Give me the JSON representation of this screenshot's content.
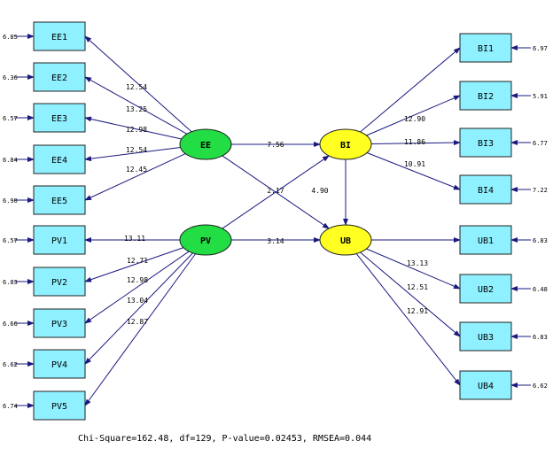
{
  "latents": [
    {
      "id": "EE",
      "label": "EE",
      "color": "#22dd44"
    },
    {
      "id": "PV",
      "label": "PV",
      "color": "#22dd44"
    },
    {
      "id": "BI",
      "label": "BI",
      "color": "#ffff22"
    },
    {
      "id": "UB",
      "label": "UB",
      "color": "#ffff22"
    }
  ],
  "indicators": [
    {
      "id": "EE1",
      "label": "EE1",
      "error": "6.85",
      "latent": "EE",
      "loading": "12.54"
    },
    {
      "id": "EE2",
      "label": "EE2",
      "error": "6.36",
      "latent": "EE",
      "loading": "13.25"
    },
    {
      "id": "EE3",
      "label": "EE3",
      "error": "6.57",
      "latent": "EE",
      "loading": "12.98"
    },
    {
      "id": "EE4",
      "label": "EE4",
      "error": "6.84",
      "latent": "EE",
      "loading": "12.54"
    },
    {
      "id": "EE5",
      "label": "EE5",
      "error": "6.90",
      "latent": "EE",
      "loading": "12.45"
    },
    {
      "id": "PV1",
      "label": "PV1",
      "error": "6.57",
      "latent": "PV",
      "loading": "13.11"
    },
    {
      "id": "PV2",
      "label": "PV2",
      "error": "6.83",
      "latent": "PV",
      "loading": "12.71"
    },
    {
      "id": "PV3",
      "label": "PV3",
      "error": "6.66",
      "latent": "PV",
      "loading": "12.98"
    },
    {
      "id": "PV4",
      "label": "PV4",
      "error": "6.62",
      "latent": "PV",
      "loading": "13.04"
    },
    {
      "id": "PV5",
      "label": "PV5",
      "error": "6.74",
      "latent": "PV",
      "loading": "12.87"
    },
    {
      "id": "BI1",
      "label": "BI1",
      "error": "6.97",
      "latent": "BI",
      "loading": ""
    },
    {
      "id": "BI2",
      "label": "BI2",
      "error": "5.91",
      "latent": "BI",
      "loading": "12.90"
    },
    {
      "id": "BI3",
      "label": "BI3",
      "error": "6.77",
      "latent": "BI",
      "loading": "11.86"
    },
    {
      "id": "BI4",
      "label": "BI4",
      "error": "7.22",
      "latent": "BI",
      "loading": "10.91"
    },
    {
      "id": "UB1",
      "label": "UB1",
      "error": "6.83",
      "latent": "UB",
      "loading": ""
    },
    {
      "id": "UB2",
      "label": "UB2",
      "error": "6.48",
      "latent": "UB",
      "loading": "13.13"
    },
    {
      "id": "UB3",
      "label": "UB3",
      "error": "6.83",
      "latent": "UB",
      "loading": "12.51"
    },
    {
      "id": "UB4",
      "label": "UB4",
      "error": "6.62",
      "latent": "UB",
      "loading": "12.91"
    }
  ],
  "structural_paths": [
    {
      "from": "EE",
      "to": "BI",
      "value": "7.56"
    },
    {
      "from": "EE",
      "to": "UB",
      "value": "2.17"
    },
    {
      "from": "PV",
      "to": "BI",
      "value": ""
    },
    {
      "from": "PV",
      "to": "UB",
      "value": "3.14"
    },
    {
      "from": "BI",
      "to": "UB",
      "value": "4.90"
    }
  ],
  "footer": "Chi-Square=162.48, df=129, P-value=0.02453, RMSEA=0.044"
}
